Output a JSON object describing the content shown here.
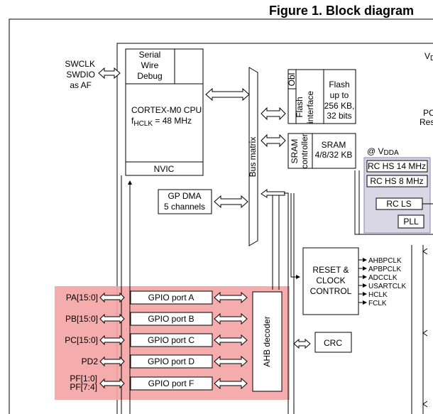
{
  "title": "Figure 1. Block diagram",
  "blocks": {
    "swclk": "SWCLK",
    "swdio": "SWDIO",
    "as_af": "as AF",
    "sw_debug": [
      "Serial",
      "Wire",
      "Debug"
    ],
    "cpu": "CORTEX-M0 CPU",
    "fhclk_prefix": "f",
    "fhclk_sub": "HCLK",
    "fhclk_suffix": " = 48 MHz",
    "nvic": "NVIC",
    "bus_matrix": "Bus matrix",
    "obl": "Obl",
    "flash_interface": [
      "Flash",
      "interface"
    ],
    "flash_mem": [
      "Flash",
      "up to",
      "256 KB,",
      "32 bits"
    ],
    "sram_controller": [
      "SRAM",
      "controller"
    ],
    "sram": [
      "SRAM",
      "4/8/32 KB"
    ],
    "vdda_prefix": "@ V",
    "vdda_sub": "DDA",
    "rc_hs14": "RC HS 14 MHz",
    "rc_hs8": "RC HS 8 MHz",
    "rc_ls": "RC LS",
    "pll": "PLL",
    "gp_dma": [
      "GP DMA",
      "5 channels"
    ],
    "reset_clock": [
      "RESET &",
      "CLOCK",
      "CONTROL"
    ],
    "clocks": [
      "AHBPCLK",
      "APBPCLK",
      "ADCCLK",
      "USARTCLK",
      "HCLK",
      "FCLK"
    ],
    "ahb_decoder": "AHB decoder",
    "crc": "CRC",
    "gpio_ports": [
      "GPIO port A",
      "GPIO port B",
      "GPIO port C",
      "GPIO port D",
      "GPIO port F"
    ],
    "pins": [
      "PA[15:0]",
      "PB[15:0]",
      "PC[15:0]",
      "PD2"
    ],
    "pins_f": [
      "PF[1:0]",
      "PF[7:4]"
    ],
    "edge_vd": "V",
    "edge_vd_sub": "D",
    "edge_pc": "PC",
    "edge_res": "Res"
  },
  "colors": {
    "highlight": "#f4a3a3",
    "osc_bg": "#d9d6e6",
    "osc_border": "#8a84a8"
  }
}
